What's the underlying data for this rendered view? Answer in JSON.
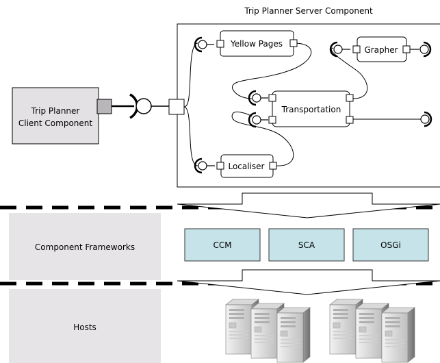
{
  "server": {
    "title": "Trip Planner Server Component"
  },
  "client": {
    "line1": "Trip Planner",
    "line2": "Client Component"
  },
  "components": {
    "yellow_pages": "Yellow Pages",
    "grapher": "Grapher",
    "transportation": "Transportation",
    "localiser": "Localiser"
  },
  "layers": {
    "frameworks_label": "Component Frameworks",
    "hosts_label": "Hosts"
  },
  "frameworks": [
    "CCM",
    "SCA",
    "OSGi"
  ],
  "colors": {
    "client_fill": "#e4e1e4",
    "layer_fill": "#e6e4e6",
    "framework_fill": "#c5e3e8",
    "framework_stroke": "#333333",
    "line": "#000000",
    "server_stroke": "#000000"
  },
  "icons": {
    "server_tower": "server-tower-icon"
  }
}
